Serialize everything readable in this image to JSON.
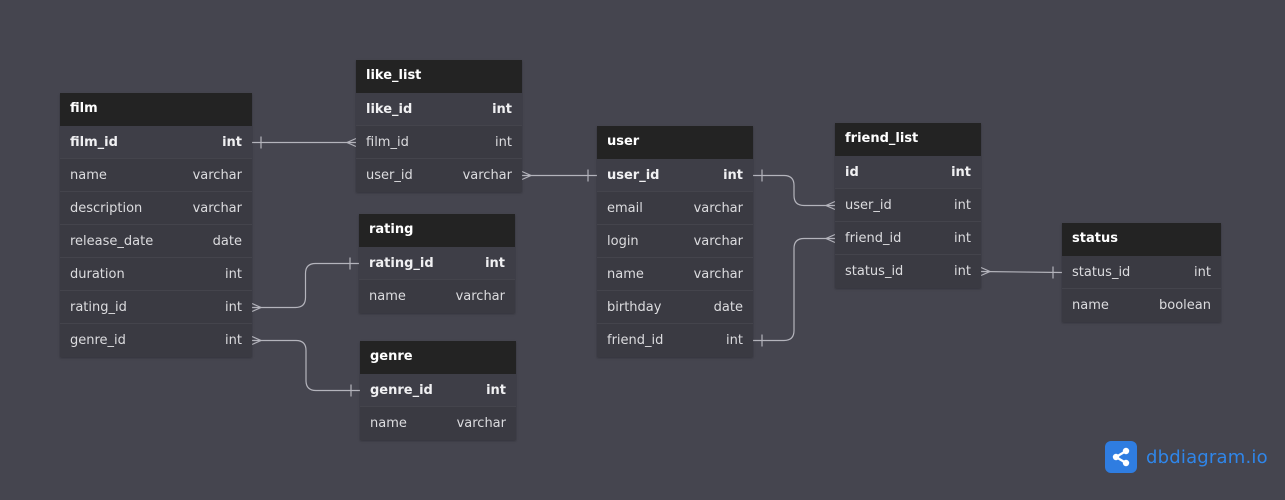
{
  "tables": {
    "film": {
      "name": "film",
      "columns": [
        {
          "name": "film_id",
          "type": "int",
          "pk": true
        },
        {
          "name": "name",
          "type": "varchar"
        },
        {
          "name": "description",
          "type": "varchar"
        },
        {
          "name": "release_date",
          "type": "date"
        },
        {
          "name": "duration",
          "type": "int"
        },
        {
          "name": "rating_id",
          "type": "int"
        },
        {
          "name": "genre_id",
          "type": "int"
        }
      ]
    },
    "like_list": {
      "name": "like_list",
      "columns": [
        {
          "name": "like_id",
          "type": "int",
          "pk": true
        },
        {
          "name": "film_id",
          "type": "int"
        },
        {
          "name": "user_id",
          "type": "varchar"
        }
      ]
    },
    "rating": {
      "name": "rating",
      "columns": [
        {
          "name": "rating_id",
          "type": "int",
          "pk": true
        },
        {
          "name": "name",
          "type": "varchar"
        }
      ]
    },
    "genre": {
      "name": "genre",
      "columns": [
        {
          "name": "genre_id",
          "type": "int",
          "pk": true
        },
        {
          "name": "name",
          "type": "varchar"
        }
      ]
    },
    "user": {
      "name": "user",
      "columns": [
        {
          "name": "user_id",
          "type": "int",
          "pk": true
        },
        {
          "name": "email",
          "type": "varchar"
        },
        {
          "name": "login",
          "type": "varchar"
        },
        {
          "name": "name",
          "type": "varchar"
        },
        {
          "name": "birthday",
          "type": "date"
        },
        {
          "name": "friend_id",
          "type": "int"
        }
      ]
    },
    "friend_list": {
      "name": "friend_list",
      "columns": [
        {
          "name": "id",
          "type": "int",
          "pk": true
        },
        {
          "name": "user_id",
          "type": "int"
        },
        {
          "name": "friend_id",
          "type": "int"
        },
        {
          "name": "status_id",
          "type": "int"
        }
      ]
    },
    "status": {
      "name": "status",
      "columns": [
        {
          "name": "status_id",
          "type": "int"
        },
        {
          "name": "name",
          "type": "boolean"
        }
      ]
    }
  },
  "relations": [
    {
      "from": "film.film_id",
      "from_end": "one",
      "to": "like_list.film_id",
      "to_end": "many"
    },
    {
      "from": "like_list.user_id",
      "from_end": "many",
      "to": "user.user_id",
      "to_end": "one"
    },
    {
      "from": "film.rating_id",
      "from_end": "many",
      "to": "rating.rating_id",
      "to_end": "one"
    },
    {
      "from": "film.genre_id",
      "from_end": "many",
      "to": "genre.genre_id",
      "to_end": "one"
    },
    {
      "from": "user.user_id",
      "from_end": "one",
      "to": "friend_list.user_id",
      "to_end": "many"
    },
    {
      "from": "user.friend_id",
      "from_end": "one",
      "to": "friend_list.friend_id",
      "to_end": "many"
    },
    {
      "from": "friend_list.status_id",
      "from_end": "many",
      "to": "status.status_id",
      "to_end": "one"
    }
  ],
  "colors": {
    "background": "#45454f",
    "header": "#232323",
    "body": "#3a3a42",
    "connector": "#b4b4bc",
    "brand": "#2f7de1"
  },
  "brand": {
    "text": "dbdiagram.io",
    "icon": "share-nodes-icon"
  }
}
